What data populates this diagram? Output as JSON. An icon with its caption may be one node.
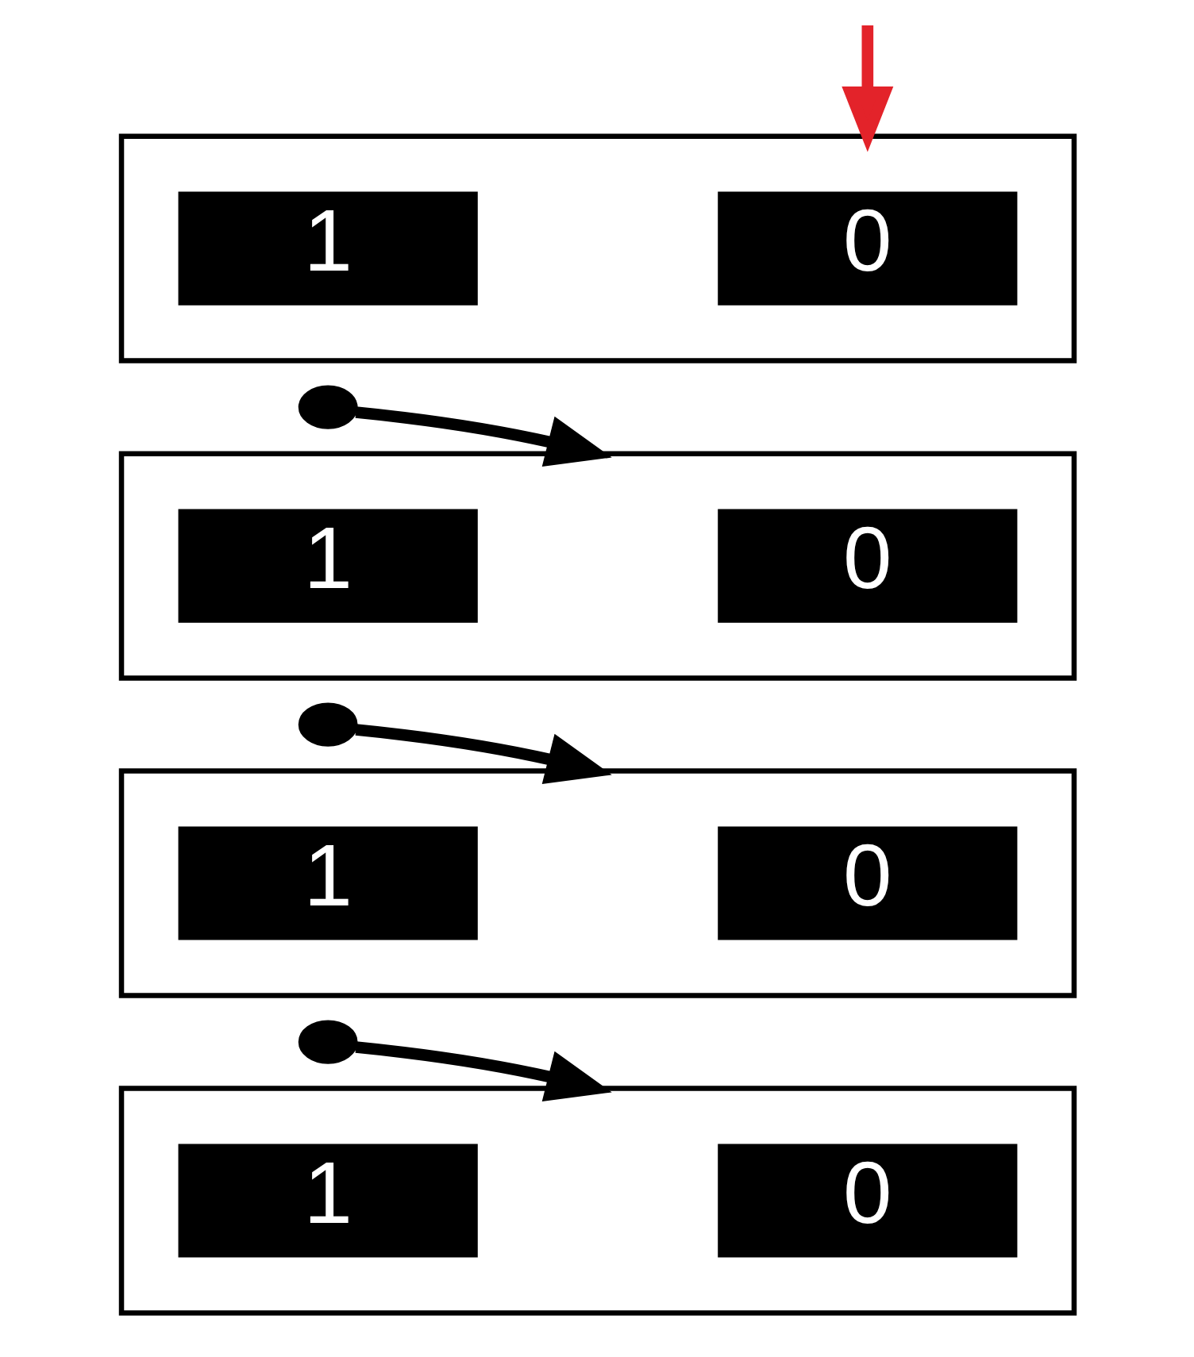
{
  "diagram": {
    "nodes": [
      {
        "text": [],
        "shape": "bar"
      },
      {
        "text": [
          "1"
        ],
        "in": 0
      },
      {
        "text": [
          "0"
        ],
        "in": 0
      },
      {
        "text": [],
        "shape": "circle"
      },
      {
        "text": [],
        "shape": "bar"
      },
      {
        "text": [
          "1"
        ],
        "in": 4
      },
      {
        "text": [
          "0"
        ],
        "in": 4
      },
      {
        "text": [],
        "shape": "circle"
      },
      {
        "text": [],
        "shape": "bar"
      },
      {
        "text": [
          "1"
        ],
        "in": 8
      },
      {
        "text": [
          "0"
        ],
        "in": 8
      },
      {
        "text": [],
        "shape": "circle"
      },
      {
        "text": [],
        "shape": "bar"
      },
      {
        "text": [
          "1"
        ],
        "in": 12
      },
      {
        "text": [
          "0"
        ],
        "in": 12
      }
    ],
    "edges": [
      {
        "from": null,
        "to": 0,
        "arrow": "to",
        "color": "#e3232a"
      },
      {
        "from": 3,
        "to": 4,
        "arrow": "to"
      },
      {
        "from": 7,
        "to": 8,
        "arrow": "to"
      },
      {
        "from": 11,
        "to": 12,
        "arrow": "to"
      }
    ]
  }
}
